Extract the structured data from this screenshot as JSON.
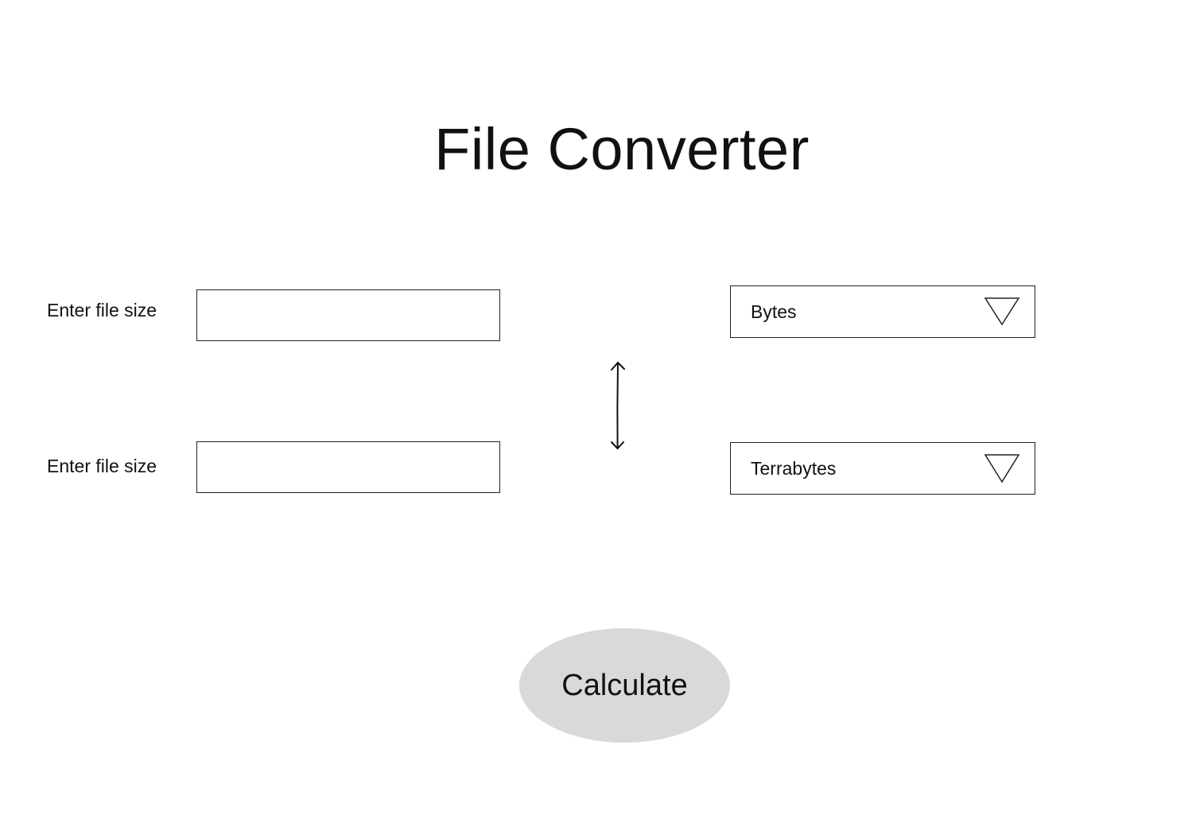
{
  "page": {
    "title": "File Converter"
  },
  "converter": {
    "input_row_1": {
      "label": "Enter file size",
      "value": "",
      "placeholder": ""
    },
    "input_row_2": {
      "label": "Enter file size",
      "value": "",
      "placeholder": ""
    },
    "unit_select_1": {
      "selected": "Bytes"
    },
    "unit_select_2": {
      "selected": "Terrabytes"
    },
    "swap_icon": "up-down-arrow-icon",
    "dropdown_icon": "triangle-down-icon"
  },
  "actions": {
    "calculate_label": "Calculate"
  },
  "colors": {
    "background": "#ffffff",
    "text": "#111111",
    "border": "#222222",
    "button_fill": "#d9d9d9"
  }
}
